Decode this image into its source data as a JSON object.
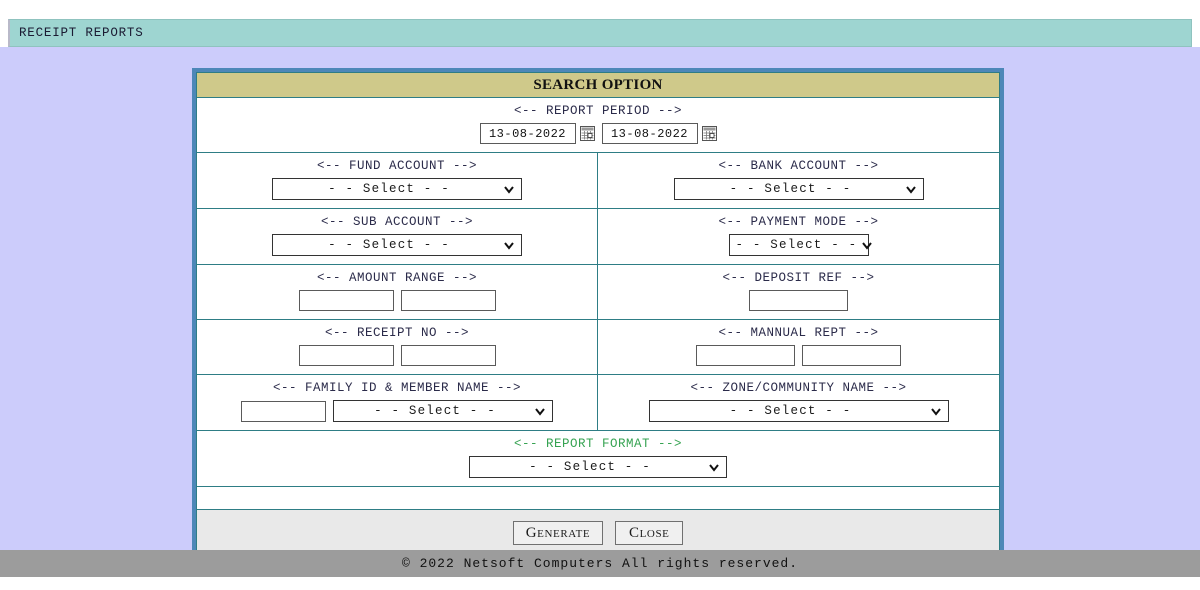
{
  "titlebar": {
    "title": "RECEIPT REPORTS"
  },
  "panel": {
    "header": "SEARCH OPTION",
    "report_period": {
      "label": "<-- REPORT PERIOD -->",
      "from_value": "13-08-2022",
      "to_value": "13-08-2022",
      "calendar_icon": "calendar-icon"
    },
    "fund_account": {
      "label": "<-- FUND ACCOUNT -->",
      "selected": "- -  Select  - -"
    },
    "bank_account": {
      "label": "<-- BANK ACCOUNT -->",
      "selected": "- -  Select  - -"
    },
    "sub_account": {
      "label": "<-- SUB ACCOUNT -->",
      "selected": "- -  Select  - -"
    },
    "payment_mode": {
      "label": "<-- PAYMENT MODE -->",
      "selected": "- - Select - -"
    },
    "amount_range": {
      "label": "<-- AMOUNT RANGE -->",
      "from_value": "",
      "to_value": ""
    },
    "deposit_ref": {
      "label": "<-- DEPOSIT REF -->",
      "value": ""
    },
    "receipt_no": {
      "label": "<-- RECEIPT NO -->",
      "from_value": "",
      "to_value": ""
    },
    "mannual_rept": {
      "label": "<-- MANNUAL REPT -->",
      "from_value": "",
      "to_value": ""
    },
    "family_member": {
      "label": "<-- FAMILY ID & MEMBER NAME -->",
      "family_id_value": "",
      "member_selected": "- -  Select  - -"
    },
    "zone_community": {
      "label": "<-- ZONE/COMMUNITY NAME -->",
      "selected": "- -  Select  - -"
    },
    "report_format": {
      "label": "<-- REPORT FORMAT -->",
      "selected": "- -  Select  - -",
      "label_color": "#36a352"
    },
    "buttons": {
      "generate": "Generate",
      "close": "Close"
    }
  },
  "footer": {
    "copyright": "© 2022 Netsoft Computers All rights reserved."
  },
  "colors": {
    "page_background": "#ccccfb",
    "titlebar_background": "#9ed5d1",
    "panel_border": "#4d87b8",
    "grid_line": "#2e7d85",
    "header_background": "#cfc98a",
    "button_bar": "#e9e9e9",
    "footer_background": "#9c9c9c",
    "accent_green": "#36a352"
  }
}
